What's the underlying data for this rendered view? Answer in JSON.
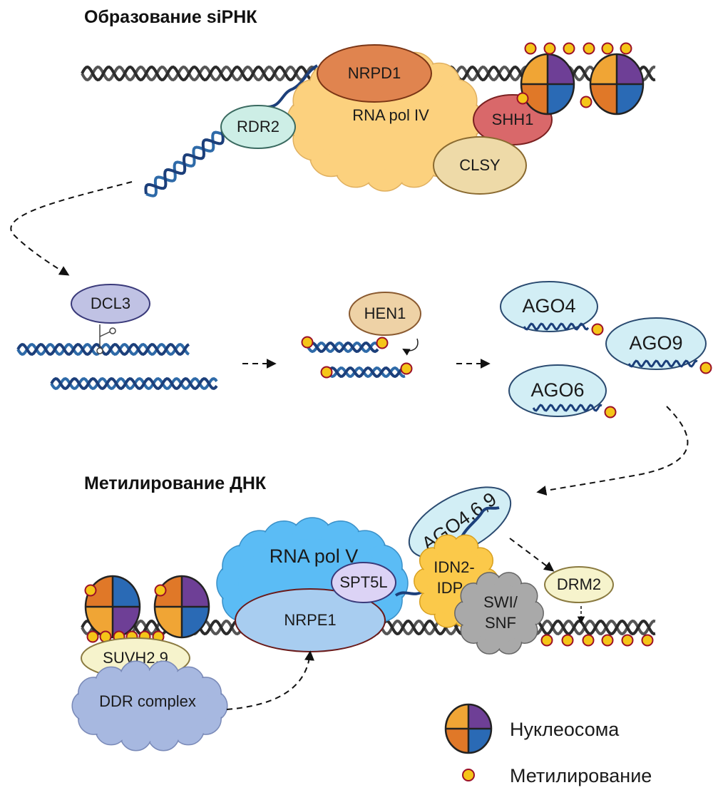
{
  "titles": {
    "sirna_formation": "Образование siРНК",
    "dna_methylation": "Метилирование ДНК"
  },
  "proteins": {
    "nrpd1": "NRPD1",
    "rna_pol_iv": "RNA pol IV",
    "rdr2": "RDR2",
    "shh1": "SHH1",
    "clsy": "CLSY",
    "dcl3": "DCL3",
    "hen1": "HEN1",
    "ago4": "AGO4",
    "ago9": "AGO9",
    "ago6": "AGO6",
    "rna_pol_v": "RNA pol V",
    "nrpe1": "NRPE1",
    "spt5l": "SPT5L",
    "ago469": "AGO4,6,9",
    "idn2_line1": "IDN2-",
    "idn2_line2": "IDP",
    "swisnf_line1": "SWI/",
    "swisnf_line2": "SNF",
    "drm2": "DRM2",
    "suvh29": "SUVH2,9",
    "ddr": "DDR complex"
  },
  "legend": {
    "nucleosome": "Нуклеосома",
    "methylation": "Метилирование"
  },
  "colors": {
    "dna": "#2b2b2b",
    "rna_strand": "#1c3f7a",
    "methyl_fill": "#f5c518",
    "methyl_stroke": "#9b1028",
    "histone_orange": "#e07828",
    "histone_light_orange": "#f0a535",
    "histone_purple": "#6e3f96",
    "histone_blue": "#2a6ab5"
  }
}
